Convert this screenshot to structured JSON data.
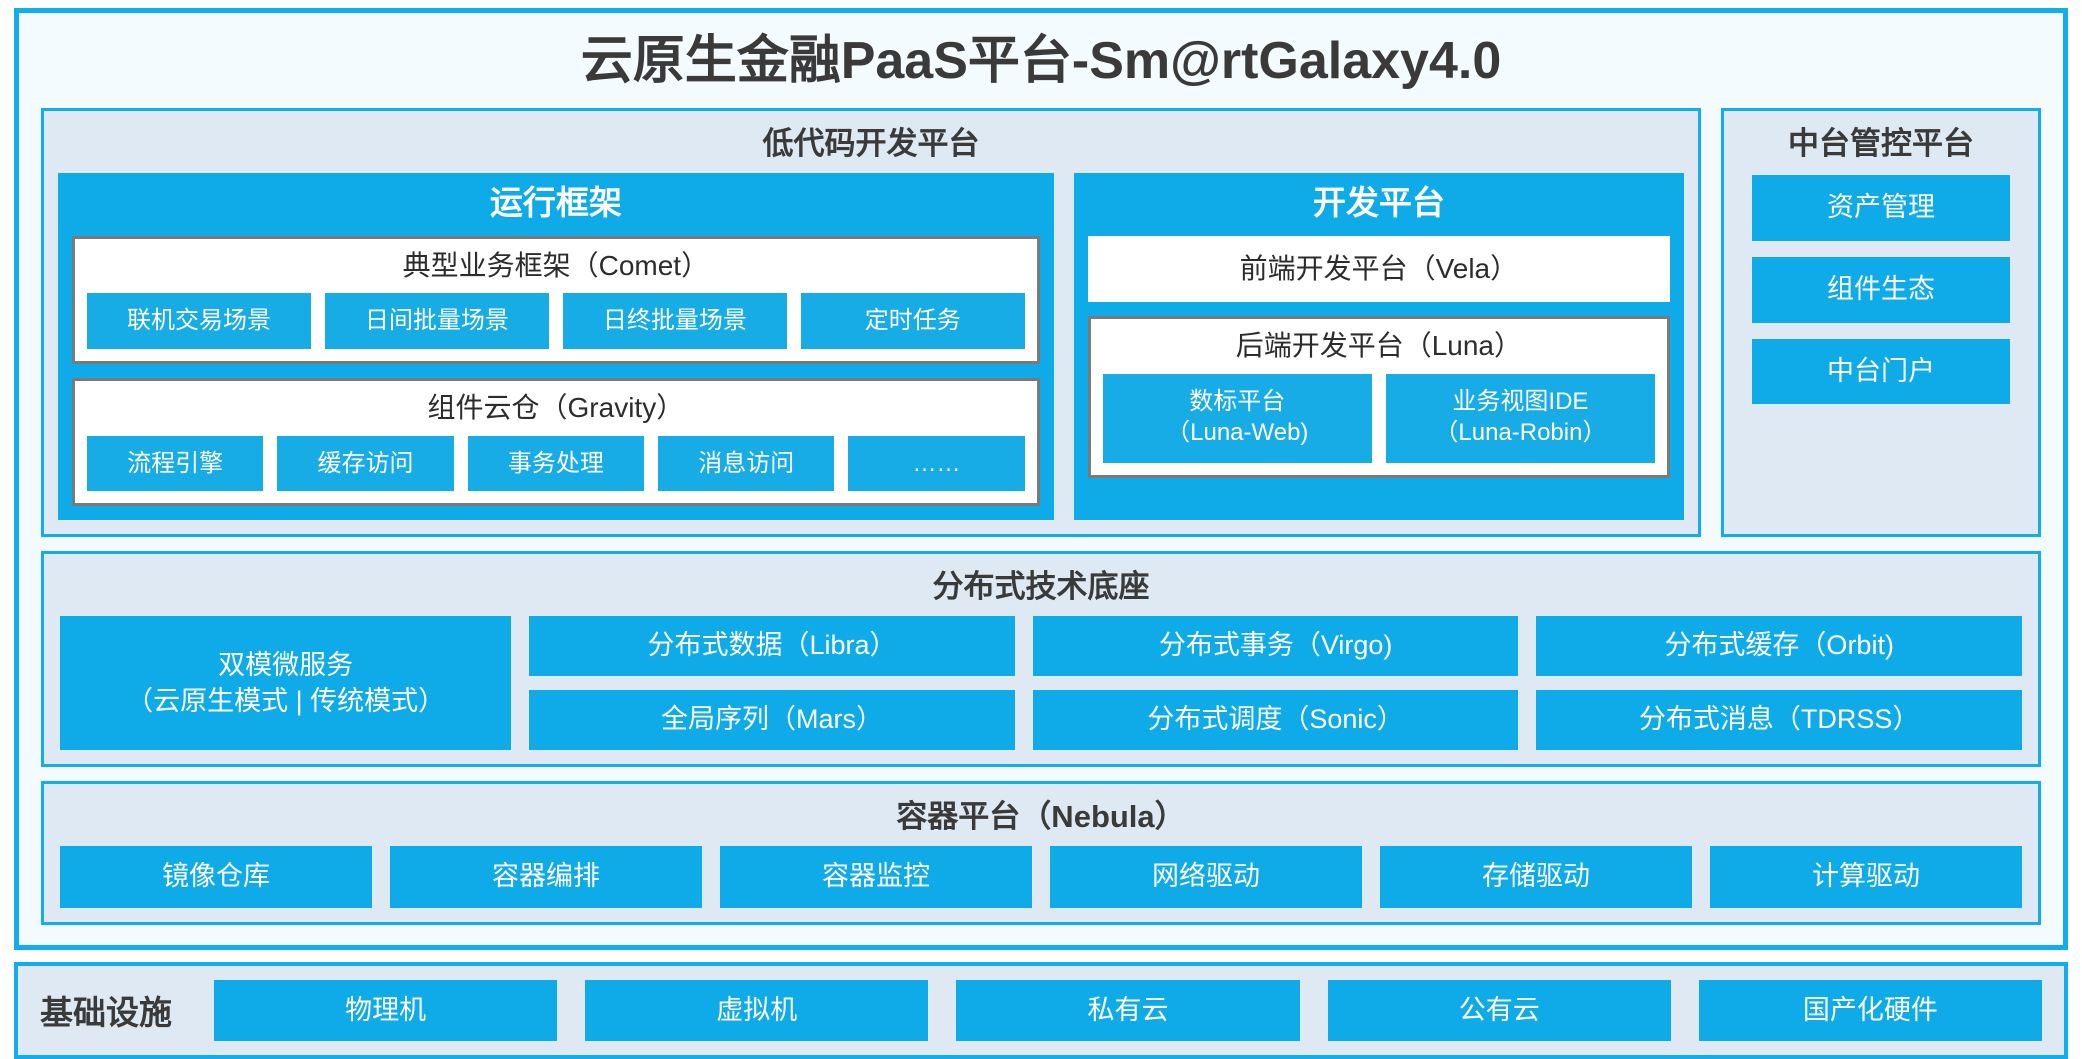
{
  "colors": {
    "accent_blue": "#11ADEF",
    "chip_blue": "#0FAAE8",
    "panel_bg": "#DFE9F3",
    "page_bg": "#F4FBFE",
    "text_dark": "#3A3A3A",
    "group_border": "#7A7A7A"
  },
  "header": {
    "title": "云原生金融PaaS平台-Sm@rtGalaxy4.0"
  },
  "lowcode": {
    "title": "低代码开发平台",
    "runtime": {
      "title": "运行框架",
      "groups": [
        {
          "title": "典型业务框架（Comet）",
          "items": [
            "联机交易场景",
            "日间批量场景",
            "日终批量场景",
            "定时任务"
          ]
        },
        {
          "title": "组件云仓（Gravity）",
          "items": [
            "流程引擎",
            "缓存访问",
            "事务处理",
            "消息访问",
            "……"
          ]
        }
      ]
    },
    "devplatform": {
      "title": "开发平台",
      "frontend": "前端开发平台（Vela）",
      "backend": {
        "title": "后端开发平台（Luna）",
        "items": [
          {
            "name": "数标平台",
            "code": "（Luna-Web)"
          },
          {
            "name": "业务视图IDE",
            "code": "（Luna-Robin）"
          }
        ]
      }
    }
  },
  "management": {
    "title": "中台管控平台",
    "items": [
      "资产管理",
      "组件生态",
      "中台门户"
    ]
  },
  "distributed": {
    "title": "分布式技术底座",
    "wide_cell": {
      "line1": "双模微服务",
      "line2": "（云原生模式 | 传统模式）"
    },
    "columns": [
      [
        "分布式数据（Libra）",
        "全局序列（Mars）"
      ],
      [
        "分布式事务（Virgo)",
        "分布式调度（Sonic）"
      ],
      [
        "分布式缓存（Orbit)",
        "分布式消息（TDRSS）"
      ]
    ]
  },
  "container": {
    "title": "容器平台（Nebula）",
    "items": [
      "镜像仓库",
      "容器编排",
      "容器监控",
      "网络驱动",
      "存储驱动",
      "计算驱动"
    ]
  },
  "infrastructure": {
    "label": "基础设施",
    "items": [
      "物理机",
      "虚拟机",
      "私有云",
      "公有云",
      "国产化硬件"
    ]
  }
}
